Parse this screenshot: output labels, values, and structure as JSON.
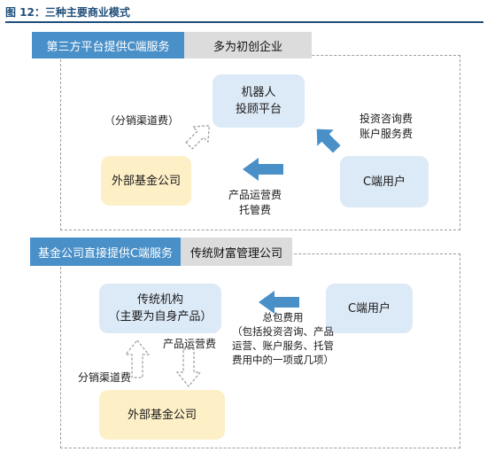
{
  "figure": {
    "title": "图 12：三种主要商业模式"
  },
  "section1": {
    "tab_title": "第三方平台提供C端服务",
    "tab_subtitle": "多为初创企业",
    "robo_advisor_line1": "机器人",
    "robo_advisor_line2": "投顾平台",
    "external_fund": "外部基金公司",
    "c_user": "C端用户",
    "distribution_fee": "（分销渠道费）",
    "user_fee_line1": "投资咨询费",
    "user_fee_line2": "账户服务费",
    "product_fee_line1": "产品运营费",
    "product_fee_line2": "托管费"
  },
  "section2": {
    "tab_title": "基金公司直接提供C端服务",
    "tab_subtitle": "传统财富管理公司",
    "institution_line1": "传统机构",
    "institution_line2": "（主要为自身产品）",
    "c_user": "C端用户",
    "external_fund": "外部基金公司",
    "distribution_fee": "分销渠道费",
    "product_fee": "产品运营费",
    "all_in_fee_line1": "总包费用",
    "all_in_fee_line2": "（包括投资咨询、产品",
    "all_in_fee_line3": "运营、账户服务、托管",
    "all_in_fee_line4": "费用中的一项或几项）"
  },
  "colors": {
    "accent_blue": "#4a90c8",
    "box_blue": "#dce9f6",
    "box_yellow": "#fdefc6",
    "tab_grey": "#dcdcdc",
    "title_navy": "#1f4e79"
  }
}
